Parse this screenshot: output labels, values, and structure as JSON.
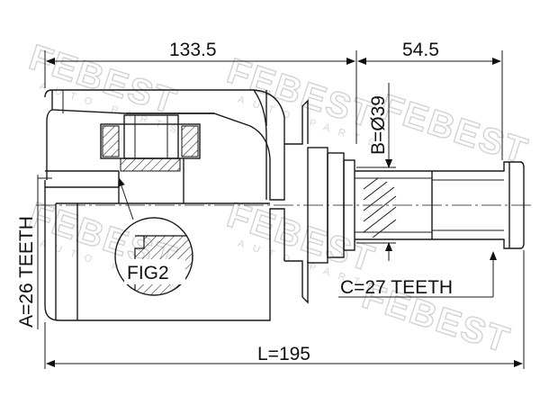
{
  "watermark": {
    "brand": "FEBEST",
    "tagline": "AUTO PARTS"
  },
  "dimensions": {
    "overall_length": "L=195",
    "housing_length": "133.5",
    "shaft_length": "54.5",
    "shaft_diameter": "B=Ø39",
    "inner_teeth": "A=26 TEETH",
    "outer_teeth": "C=27 TEETH"
  },
  "figure_label": "FIG2"
}
